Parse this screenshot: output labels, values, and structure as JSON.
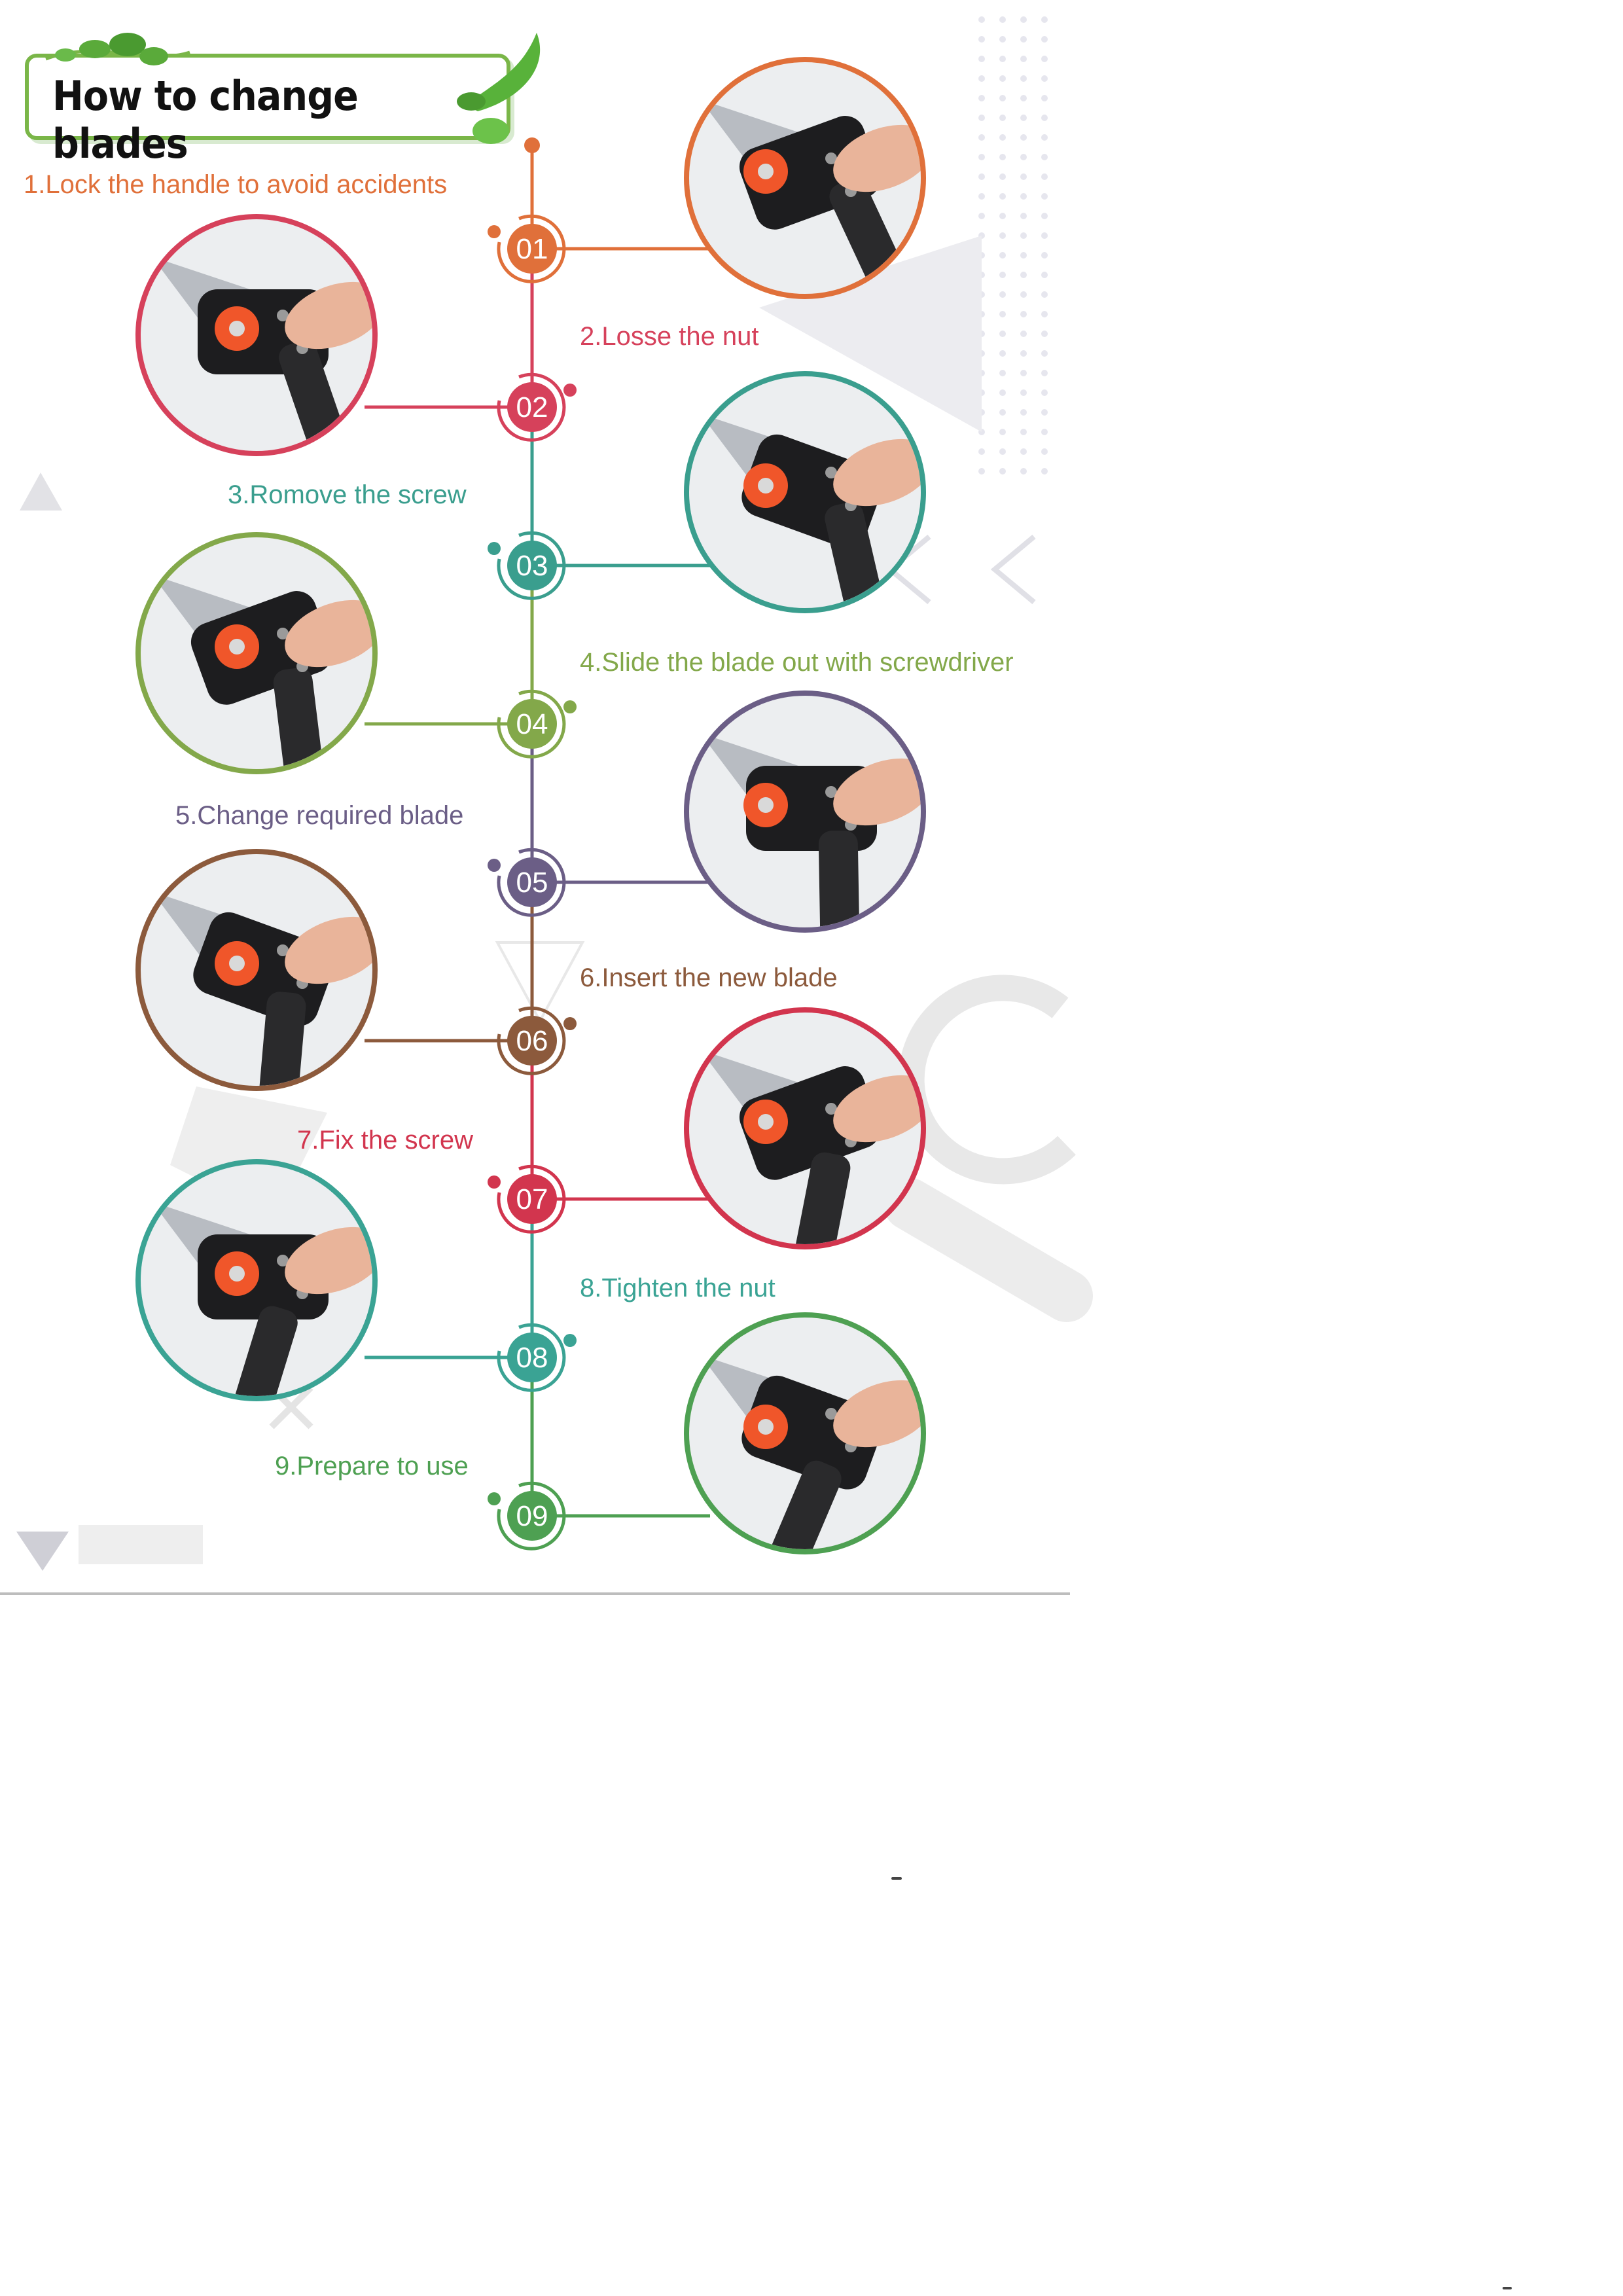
{
  "title": "How to change blades",
  "colors": {
    "step1": "#e0703a",
    "step2": "#d6415b",
    "step3": "#3a9e8e",
    "step4": "#83a84a",
    "step5": "#6b5e86",
    "step6": "#8c5a3c",
    "step7": "#d2354e",
    "step8": "#3aa394",
    "step9": "#4ea052",
    "title_border": "#7ab648"
  },
  "steps": [
    {
      "num": "01",
      "label": "1.Lock the handle to avoid accidents"
    },
    {
      "num": "02",
      "label": "2.Losse the nut"
    },
    {
      "num": "03",
      "label": "3.Romove the screw"
    },
    {
      "num": "04",
      "label": "4.Slide the blade out with screwdriver"
    },
    {
      "num": "05",
      "label": "5.Change required blade"
    },
    {
      "num": "06",
      "label": "6.Insert the new blade"
    },
    {
      "num": "07",
      "label": "7.Fix the screw"
    },
    {
      "num": "08",
      "label": "8.Tighten the nut"
    },
    {
      "num": "09",
      "label": "9.Prepare to use"
    }
  ]
}
